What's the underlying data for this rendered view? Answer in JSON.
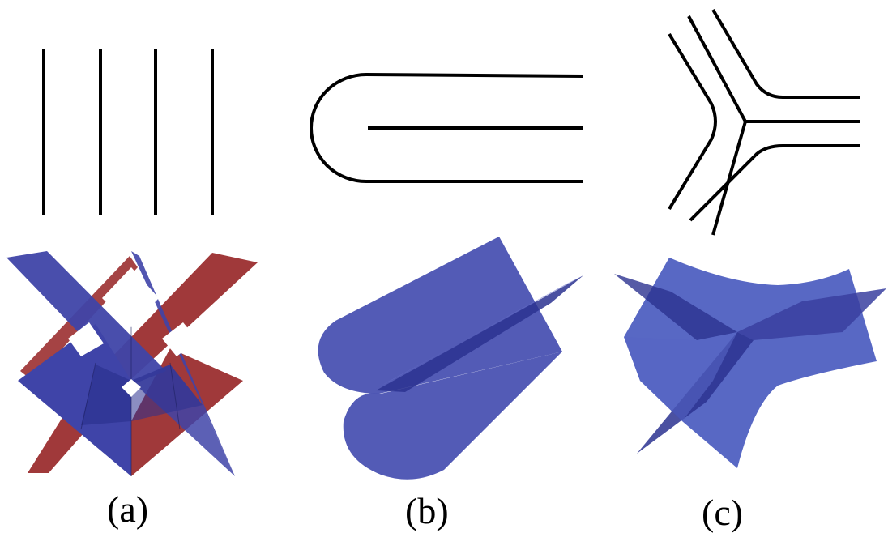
{
  "labels": {
    "a": "(a)",
    "b": "(b)",
    "c": "(c)"
  },
  "colors": {
    "line": "#000000",
    "blue_fill": "#3f44a8",
    "blue_light": "#4a5bbf",
    "blue_dark": "#2c3290",
    "red_fill": "#a0393a",
    "red_dark": "#7e2a2c",
    "background": "#ffffff"
  }
}
